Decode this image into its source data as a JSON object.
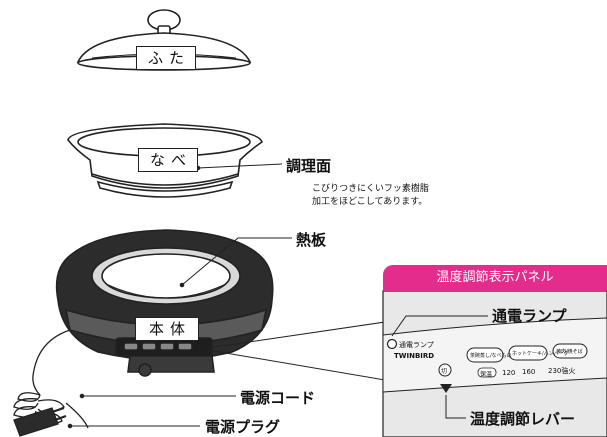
{
  "parts": {
    "lid": "ふた",
    "pan": "なべ",
    "body": "本体"
  },
  "callouts": {
    "cooking_surface": "調理面",
    "cooking_surface_note_1": "こびりつきにくいフッ素樹脂",
    "cooking_surface_note_2": "加工をほどこしてあります。",
    "hot_plate": "熱板",
    "power_cord": "電源コード",
    "power_plug": "電源プラグ"
  },
  "panel": {
    "title": "温度調節表示パネル",
    "power_lamp_callout": "通電ランプ",
    "lever_callout": "温度調節レバー",
    "lamp_text": "通電ランプ",
    "brand": "TWINBIRD",
    "off_mark": "切",
    "button_1": "茶碗蒸し/なべもの",
    "button_2": "ホットケーキ/ハンバーグ",
    "button_3": "焼肉/焼そば",
    "scale_keep_warm": "保温",
    "scale_120": "120",
    "scale_160": "160",
    "scale_230": "230強火"
  }
}
